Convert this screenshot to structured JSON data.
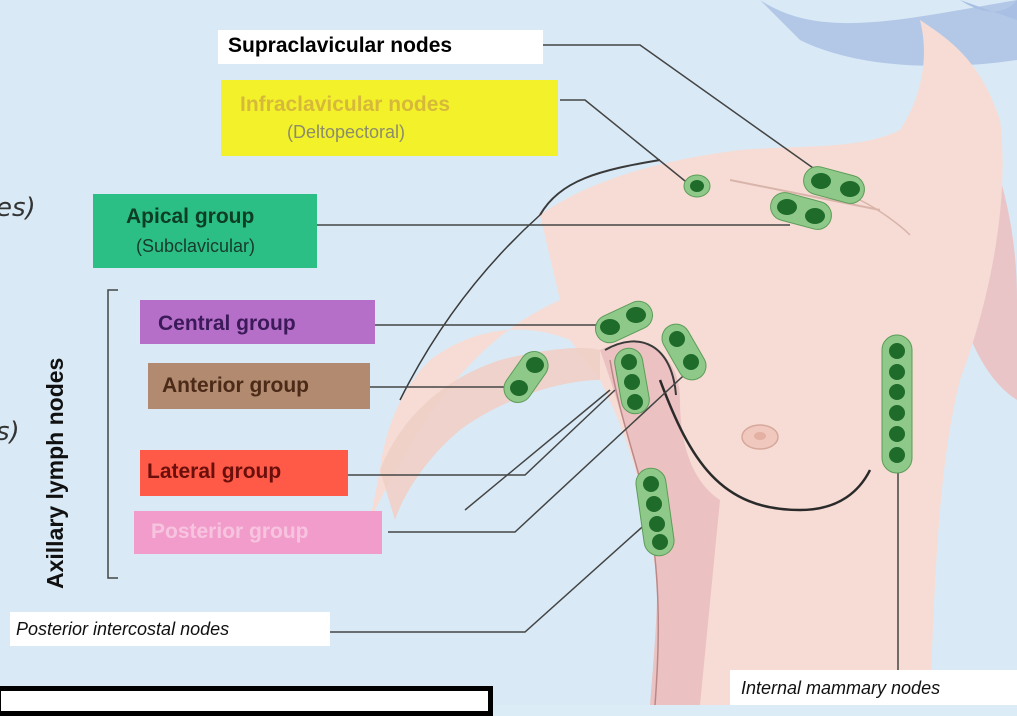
{
  "labels": {
    "supraclavicular": "Supraclavicular nodes",
    "infraclavicular": "Infraclavicular nodes",
    "infraclavicular_sub": "(Deltopectoral)",
    "apical": "Apical group",
    "apical_sub": "(Subclavicular)",
    "central": "Central group",
    "anterior": "Anterior group",
    "lateral": "Lateral group",
    "posterior": "Posterior group",
    "posterior_intercostal": "Posterior intercostal nodes",
    "internal_mammary": "Internal mammary nodes",
    "axillary": "Axillary lymph nodes"
  },
  "left_fragments": {
    "top": "es)",
    "bottom": "s)"
  },
  "colors": {
    "background": "#dcecf6",
    "skin": "#f5d9d1",
    "node_fill": "#1f6b2a",
    "node_halo": "#8ec98a",
    "infraclavicular_highlight": "#f3f22a",
    "apical_highlight": "#2bbf86",
    "central_highlight": "#b56fc8",
    "anterior_highlight": "#b18a6f",
    "lateral_highlight": "#ff5a47",
    "posterior_highlight": "#f29ccc"
  }
}
